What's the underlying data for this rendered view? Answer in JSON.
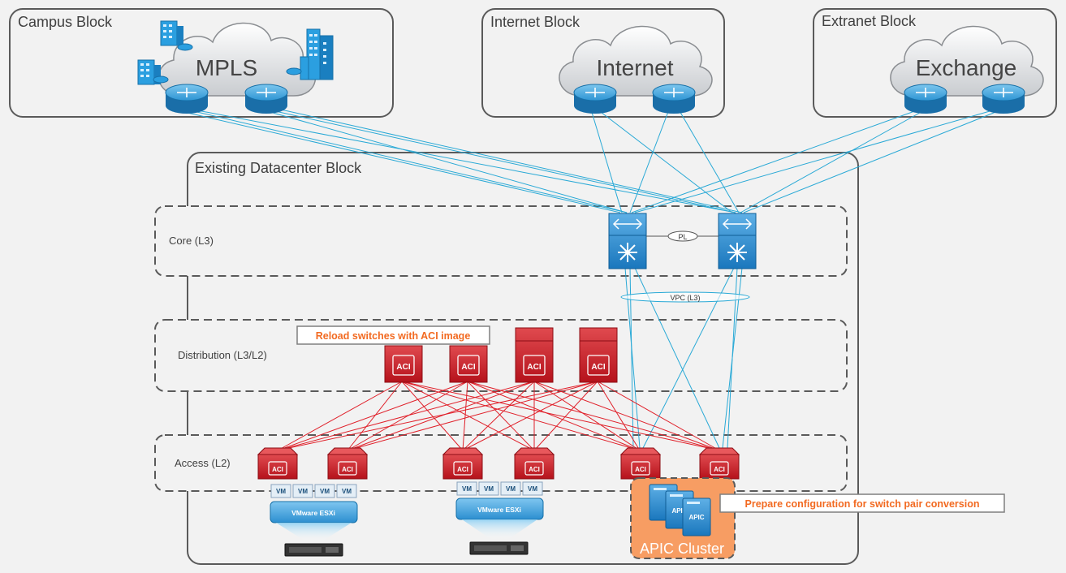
{
  "blocks": {
    "campus": "Campus Block",
    "internet": "Internet Block",
    "extranet": "Extranet Block",
    "datacenter": "Existing Datacenter Block"
  },
  "clouds": {
    "mpls": "MPLS",
    "internet": "Internet",
    "exchange": "Exchange"
  },
  "layers": {
    "core": "Core (L3)",
    "distribution": "Distribution (L3/L2)",
    "access": "Access (L2)"
  },
  "links": {
    "peer_link": "PL",
    "vpc": "VPC (L3)"
  },
  "switch_label": "ACI",
  "vm_label": "VM",
  "hypervisor": "VMware ESXi",
  "callouts": {
    "reload": "Reload switches with ACI image",
    "prepare": "Prepare configuration for switch pair conversion"
  },
  "apic": {
    "title": "APIC Cluster",
    "badge": "APIC"
  },
  "colors": {
    "cyan_link": "#29a9d6",
    "red_link": "#e0202a",
    "aci_red": "#c8202a",
    "callout_orange": "#f26a21",
    "apic_fill": "#f79d63",
    "router_blue": "#1b82c5"
  }
}
